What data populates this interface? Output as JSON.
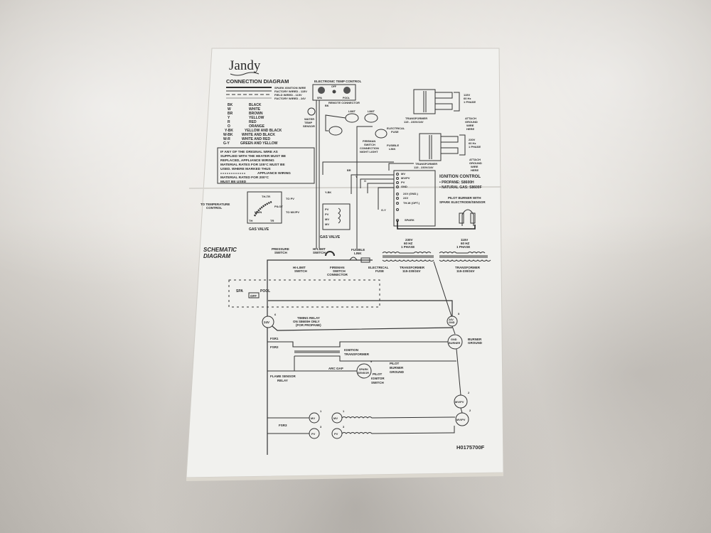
{
  "card": {
    "brand": "Jandy",
    "connection_title": "CONNECTION DIAGRAM",
    "line_legend": [
      "SPARK IGNITION WIRE",
      "FACTORY WIRED - 115V",
      "FIELD WIRED - 115V",
      "FACTORY WIRED - 24V"
    ],
    "color_codes": [
      {
        "code": "BK",
        "name": "BLACK"
      },
      {
        "code": "W",
        "name": "WHITE"
      },
      {
        "code": "BR",
        "name": "BROWN"
      },
      {
        "code": "Y",
        "name": "YELLOW"
      },
      {
        "code": "R",
        "name": "RED"
      },
      {
        "code": "O",
        "name": "ORANGE"
      },
      {
        "code": "Y-BK",
        "name": "YELLOW AND BLACK"
      },
      {
        "code": "W-BK",
        "name": "WHITE AND BLACK"
      },
      {
        "code": "W-R",
        "name": "WHITE AND RED"
      },
      {
        "code": "G-Y",
        "name": "GREEN AND YELLOW"
      }
    ],
    "warning_lines": [
      "IF ANY OF THE ORIGINAL WIRE AS",
      "SUPPLIED WITH THE HEATER MUST BE",
      "REPLACED, APPLIANCE WIRING",
      "MATERIAL RATES FOR 105°C MUST BE",
      "USED. WHERE MARKED THUS",
      "APPLIANCE WIRING",
      "MATERIAL RATED FOR 200°C",
      "MUST BE USED"
    ],
    "connection_labels": {
      "electronic_temp_control": "ELECTRONIC TEMP CONTROL",
      "spa": "SPA",
      "off": "OFF",
      "pool": "POOL",
      "remote_connector": "REMOTE CONNECTOR",
      "water_temp_sensor": [
        "WATER",
        "TEMP",
        "SENSOR"
      ],
      "limit": "LIMIT",
      "fireman_switch": [
        "FIREMAN",
        "SWITCH",
        "CONNECTION",
        "NIGHT LIGHT"
      ],
      "electrical_fuse": [
        "ELECTRICAL",
        "FUSE"
      ],
      "fusible_link": [
        "FUSIBLE",
        "LINK"
      ],
      "transformer": [
        "TRANSFORMER",
        "115 - 230V/24V"
      ],
      "v115": [
        "115V",
        "60 Hz",
        "1 PHASE"
      ],
      "v230": [
        "230V",
        "60 Hz",
        "1 PHASE"
      ],
      "attach_ground": [
        "ATTACH",
        "GROUND",
        "WIRE",
        "HERE"
      ],
      "ignition_control": "IGNITION CONTROL",
      "propane": "• PROPANE: S8600H",
      "natural_gas": "• NATURAL GAS: S8600F",
      "terminals": [
        "MV",
        "MV/PV",
        "PV",
        "GND",
        "24V (GND.)",
        "24V",
        "TH-W (OPT.)",
        "SPARK"
      ],
      "pilot_burner": [
        "PILOT BURNER WITH",
        "SPARK ELECTRODE/SENSOR"
      ],
      "to_temp_control": [
        "TO TEMPERATURE",
        "CONTROL"
      ],
      "gas_valve": "GAS VALVE",
      "gas_valve_terms": [
        "TH-TR",
        "TO PV",
        "PILOT",
        "MAIN",
        "TO MV/PV",
        "TH",
        "TR"
      ],
      "gv2_terms": [
        "PV",
        "PV",
        "MV",
        "MV"
      ],
      "wire_tags": [
        "BK",
        "W",
        "R",
        "Y",
        "O",
        "BR",
        "Y-BK",
        "G-Y"
      ]
    },
    "schematic": {
      "title": [
        "SCHEMATIC",
        "DIAGRAM"
      ],
      "pressure_switch": [
        "PRESSURE",
        "SWITCH"
      ],
      "hi_limit_top": [
        "HI-LIMIT",
        "SWITCH"
      ],
      "hi_limit_bottom": [
        "HI-LIMIT",
        "SWITCH"
      ],
      "fireman": [
        "FIREMAN",
        "SWITCH",
        "CONNECTOR"
      ],
      "fusible_link": [
        "FUSIBLE",
        "LINK"
      ],
      "electrical_fuse": [
        "ELECTRICAL",
        "FUSE"
      ],
      "transformer_230": [
        "230V",
        "60 HZ",
        "1 PHASE"
      ],
      "transformer_115": [
        "115V",
        "60 HZ",
        "1 PHASE"
      ],
      "transformer_label": [
        "TRANSFORMER",
        "115-230/24V"
      ],
      "spa": "SPA",
      "off": "OFF",
      "pool": "POOL",
      "v24": "24V",
      "v24_num": "6",
      "timing_relay": [
        "TIMING RELAY",
        "ON S8600H ONLY",
        "(FOR PROPANE)"
      ],
      "gnd24": [
        "24V",
        "GND"
      ],
      "gnd24_num": "5",
      "gnd_burner": [
        "GND",
        "BURNER"
      ],
      "burner_ground": [
        "BURNER",
        "GROUND"
      ],
      "fsr1": "FSR1",
      "fsr2": "FSR2",
      "fsr3": "FSR3",
      "ignition_transformer": [
        "IGNITION",
        "TRANSFORMER"
      ],
      "arc_gap": "ARC GAP",
      "spark_sensor": [
        "SPARK",
        "SENSOR"
      ],
      "spark_num": "9",
      "pilot_burner_ground": [
        "PILOT",
        "BURNER",
        "GROUND"
      ],
      "pilot_ignitor": [
        "PILOT",
        "IGNITOR",
        "SWITCH"
      ],
      "flame_sensor": [
        "FLAME SENSOR",
        "RELAY"
      ],
      "mvpv": "MV/PV",
      "mvpv_num": "2",
      "mv": "MV",
      "mv_num": "1",
      "pv": "PV",
      "pv_num": "3"
    },
    "part_number": "H0175700F"
  }
}
